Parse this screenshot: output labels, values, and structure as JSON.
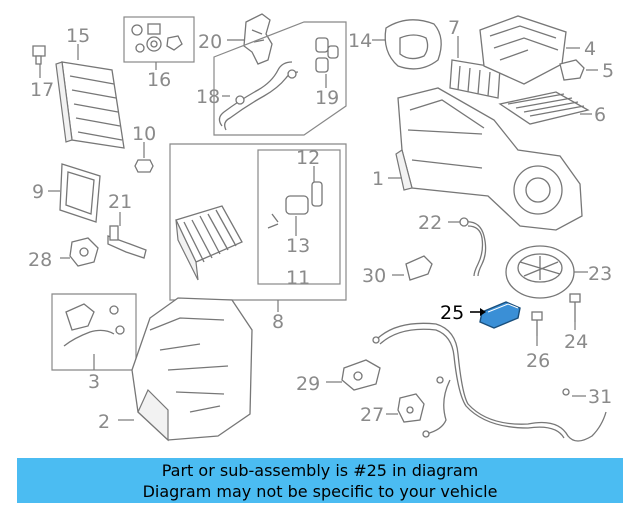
{
  "callouts": {
    "c1": "1",
    "c2": "2",
    "c3": "3",
    "c4": "4",
    "c5": "5",
    "c6": "6",
    "c7": "7",
    "c8": "8",
    "c9": "9",
    "c10": "10",
    "c11": "11",
    "c12": "12",
    "c13": "13",
    "c14": "14",
    "c15": "15",
    "c16": "16",
    "c17": "17",
    "c18": "18",
    "c19": "19",
    "c20": "20",
    "c21": "21",
    "c22": "22",
    "c23": "23",
    "c24": "24",
    "c25": "25",
    "c26": "26",
    "c27": "27",
    "c28": "28",
    "c29": "29",
    "c30": "30",
    "c31": "31"
  },
  "highlight": {
    "part": "25",
    "color": "#3a8fd6"
  },
  "banner": {
    "line1": "Part or sub-assembly is #25 in diagram",
    "line2": "Diagram may not be specific to your vehicle",
    "color": "#4bbcf2"
  }
}
